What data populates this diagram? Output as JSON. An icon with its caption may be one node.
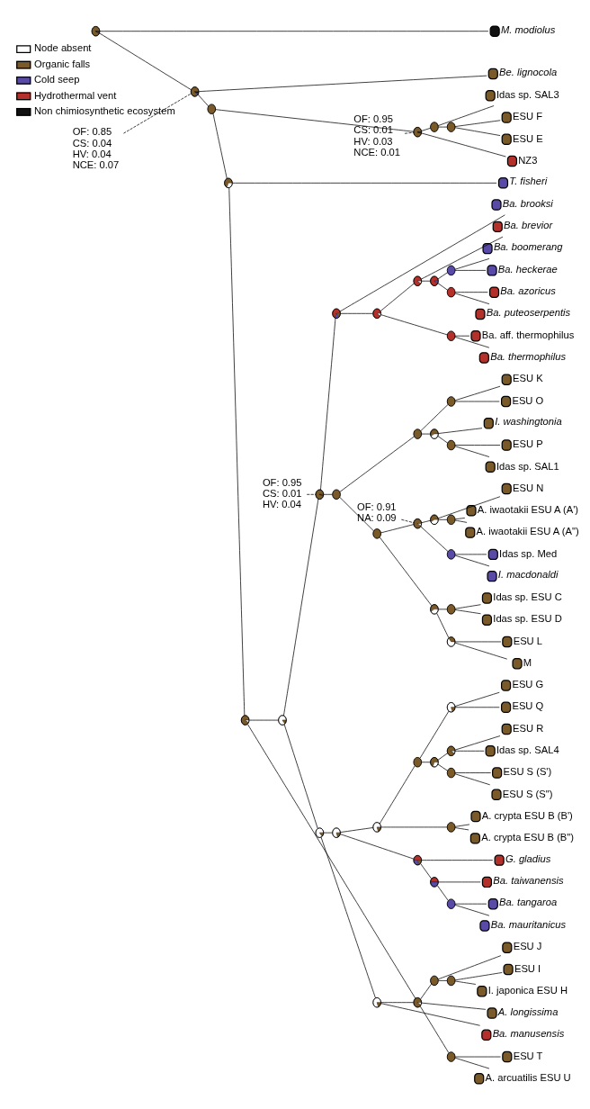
{
  "diagram": {
    "nodes": [
      {
        "text": [
          "M. modiolus"
        ]
      },
      {
        "text": [
          "Be. lignocola"
        ]
      },
      {
        "text": [
          "Idas sp. SAL3"
        ]
      },
      {
        "text": [
          "ESU F"
        ]
      },
      {
        "text": [
          "ESU E"
        ]
      },
      {
        "text": [
          "NZ3"
        ]
      },
      {
        "text": [
          "T. fisheri"
        ]
      },
      {
        "text": [
          "Ba. brooksi"
        ]
      },
      {
        "text": [
          "Ba. brevior"
        ]
      },
      {
        "text": [
          "Ba. boomerang"
        ]
      },
      {
        "text": [
          "Ba. heckerae"
        ]
      },
      {
        "text": [
          "Ba. azoricus"
        ]
      },
      {
        "text": [
          "Ba. puteoserpentis"
        ]
      },
      {
        "text": [
          "Ba. aff. thermophilus"
        ]
      },
      {
        "text": [
          "Ba. thermophilus"
        ]
      },
      {
        "text": [
          "ESU K"
        ]
      },
      {
        "text": [
          "ESU O"
        ]
      },
      {
        "text": [
          "I. washingtonia"
        ]
      },
      {
        "text": [
          "ESU P"
        ]
      },
      {
        "text": [
          "Idas sp. SAL1"
        ]
      },
      {
        "text": [
          "ESU N"
        ]
      },
      {
        "text": [
          "A. iwaotakii ESU A (A')"
        ]
      },
      {
        "text": [
          "A. iwaotakii ESU A (A\")"
        ]
      },
      {
        "text": [
          "Idas sp. Med"
        ]
      },
      {
        "text": [
          "I. macdonaldi"
        ]
      },
      {
        "text": [
          "Idas sp. ESU C"
        ]
      },
      {
        "text": [
          "Idas sp. ESU D"
        ]
      },
      {
        "text": [
          "ESU L"
        ]
      },
      {
        "text": [
          "M"
        ]
      },
      {
        "text": [
          "ESU G"
        ]
      },
      {
        "text": [
          "ESU Q"
        ]
      },
      {
        "text": [
          "ESU R"
        ]
      },
      {
        "text": [
          "Idas sp. SAL4"
        ]
      },
      {
        "text": [
          "ESU S (S')"
        ]
      },
      {
        "text": [
          "ESU S (S\")"
        ]
      },
      {
        "text": [
          "A. crypta ESU B (B')"
        ]
      },
      {
        "text": [
          "A. crypta ESU B (B\")"
        ]
      },
      {
        "text": [
          "G. gladius"
        ]
      },
      {
        "text": [
          "Ba. taiwanensis"
        ]
      },
      {
        "text": [
          "Ba. tangaroa"
        ]
      },
      {
        "text": [
          "Ba. mauritanicus"
        ]
      },
      {
        "text": [
          "ESU J"
        ]
      },
      {
        "text": [
          "ESU I"
        ]
      },
      {
        "text": [
          "I. japonica ESU H"
        ]
      },
      {
        "text": [
          "A. longissima"
        ]
      },
      {
        "text": [
          "Ba. manusensis"
        ]
      },
      {
        "text": [
          "ESU T"
        ]
      },
      {
        "text": [
          "A. arcuatilis ESU U"
        ]
      },
      {
        "text": [],
        "shape": "circle"
      },
      {
        "text": [],
        "shape": "circle"
      },
      {
        "text": [],
        "shape": "circle"
      },
      {
        "text": [],
        "shape": "circle"
      },
      {
        "text": [],
        "shape": "circle"
      },
      {
        "text": [],
        "shape": "circle"
      },
      {
        "text": [],
        "shape": "circle"
      },
      {
        "text": [],
        "shape": "circle"
      },
      {
        "text": [],
        "shape": "circle"
      },
      {
        "text": [],
        "shape": "circle"
      },
      {
        "text": [],
        "shape": "circle"
      },
      {
        "text": [],
        "shape": "circle"
      },
      {
        "text": [],
        "shape": "circle"
      },
      {
        "text": [],
        "shape": "circle"
      },
      {
        "text": [],
        "shape": "circle"
      },
      {
        "text": [],
        "shape": "circle"
      },
      {
        "text": [],
        "shape": "circle"
      },
      {
        "text": [],
        "shape": "circle"
      },
      {
        "text": [],
        "shape": "circle"
      },
      {
        "text": [],
        "shape": "circle"
      },
      {
        "text": [],
        "shape": "circle"
      },
      {
        "text": [],
        "shape": "circle"
      },
      {
        "text": [],
        "shape": "circle"
      },
      {
        "text": [],
        "shape": "circle"
      },
      {
        "text": [],
        "shape": "circle"
      },
      {
        "text": [],
        "shape": "circle"
      },
      {
        "text": [],
        "shape": "circle"
      },
      {
        "text": [],
        "shape": "circle"
      },
      {
        "text": [],
        "shape": "circle"
      },
      {
        "text": [],
        "shape": "circle"
      },
      {
        "text": [],
        "shape": "circle"
      },
      {
        "text": [],
        "shape": "circle"
      },
      {
        "text": [],
        "shape": "circle"
      },
      {
        "text": [],
        "shape": "circle"
      },
      {
        "text": [],
        "shape": "circle"
      },
      {
        "text": [],
        "shape": "circle"
      },
      {
        "text": [],
        "shape": "circle"
      },
      {
        "text": [],
        "shape": "circle"
      },
      {
        "text": [],
        "shape": "circle"
      },
      {
        "text": [],
        "shape": "circle"
      },
      {
        "text": [],
        "shape": "circle"
      },
      {
        "text": [],
        "shape": "circle"
      },
      {
        "text": [],
        "shape": "circle"
      },
      {
        "text": [],
        "shape": "circle"
      },
      {
        "text": [],
        "shape": "circle"
      },
      {
        "text": [],
        "shape": "circle"
      },
      {
        "text": [],
        "shape": "circle"
      },
      {
        "text": [
          "OF: 0.95",
          "CS: 0.01",
          "HV: 0.03",
          "NCE: 0.01"
        ]
      },
      {
        "text": [
          "OF: 0.95",
          "CS: 0.01",
          "HV: 0.04"
        ]
      },
      {
        "text": [
          "OF: 0.91",
          "NA: 0.09"
        ]
      },
      {
        "text": [
          "OF: 0.85",
          "CS: 0.04",
          "HV: 0.04",
          "NCE: 0.07"
        ]
      }
    ],
    "edges": [
      {
        "from": 48,
        "to": 0,
        "arrow": "none"
      },
      {
        "from": 48,
        "to": 49,
        "arrow": "none"
      },
      {
        "from": 49,
        "to": 1,
        "arrow": "none"
      },
      {
        "from": 49,
        "to": 50,
        "arrow": "none"
      },
      {
        "from": 50,
        "to": 51,
        "arrow": "none"
      },
      {
        "from": 50,
        "to": 54,
        "arrow": "none"
      },
      {
        "from": 51,
        "to": 52,
        "arrow": "none"
      },
      {
        "from": 51,
        "to": 5,
        "arrow": "none"
      },
      {
        "from": 52,
        "to": 2,
        "arrow": "none"
      },
      {
        "from": 52,
        "to": 53,
        "arrow": "none"
      },
      {
        "from": 53,
        "to": 3,
        "arrow": "none"
      },
      {
        "from": 53,
        "to": 4,
        "arrow": "none"
      },
      {
        "from": 54,
        "to": 6,
        "arrow": "none"
      },
      {
        "from": 54,
        "to": 55,
        "arrow": "none"
      },
      {
        "from": 55,
        "to": 56,
        "arrow": "none"
      },
      {
        "from": 55,
        "to": 94,
        "arrow": "none"
      },
      {
        "from": 56,
        "to": 57,
        "arrow": "none"
      },
      {
        "from": 56,
        "to": 78,
        "arrow": "none"
      },
      {
        "from": 57,
        "to": 58,
        "arrow": "none"
      },
      {
        "from": 57,
        "to": 65,
        "arrow": "none"
      },
      {
        "from": 58,
        "to": 7,
        "arrow": "none"
      },
      {
        "from": 58,
        "to": 59,
        "arrow": "none"
      },
      {
        "from": 59,
        "to": 60,
        "arrow": "none"
      },
      {
        "from": 59,
        "to": 64,
        "arrow": "none"
      },
      {
        "from": 60,
        "to": 8,
        "arrow": "none"
      },
      {
        "from": 60,
        "to": 61,
        "arrow": "none"
      },
      {
        "from": 61,
        "to": 62,
        "arrow": "none"
      },
      {
        "from": 61,
        "to": 63,
        "arrow": "none"
      },
      {
        "from": 62,
        "to": 9,
        "arrow": "none"
      },
      {
        "from": 62,
        "to": 10,
        "arrow": "none"
      },
      {
        "from": 63,
        "to": 11,
        "arrow": "none"
      },
      {
        "from": 63,
        "to": 12,
        "arrow": "none"
      },
      {
        "from": 64,
        "to": 13,
        "arrow": "none"
      },
      {
        "from": 64,
        "to": 14,
        "arrow": "none"
      },
      {
        "from": 65,
        "to": 66,
        "arrow": "none"
      },
      {
        "from": 65,
        "to": 70,
        "arrow": "none"
      },
      {
        "from": 66,
        "to": 67,
        "arrow": "none"
      },
      {
        "from": 66,
        "to": 68,
        "arrow": "none"
      },
      {
        "from": 67,
        "to": 15,
        "arrow": "none"
      },
      {
        "from": 67,
        "to": 16,
        "arrow": "none"
      },
      {
        "from": 68,
        "to": 17,
        "arrow": "none"
      },
      {
        "from": 68,
        "to": 69,
        "arrow": "none"
      },
      {
        "from": 69,
        "to": 18,
        "arrow": "none"
      },
      {
        "from": 69,
        "to": 19,
        "arrow": "none"
      },
      {
        "from": 70,
        "to": 71,
        "arrow": "none"
      },
      {
        "from": 70,
        "to": 75,
        "arrow": "none"
      },
      {
        "from": 71,
        "to": 72,
        "arrow": "none"
      },
      {
        "from": 71,
        "to": 74,
        "arrow": "none"
      },
      {
        "from": 72,
        "to": 20,
        "arrow": "none"
      },
      {
        "from": 72,
        "to": 73,
        "arrow": "none"
      },
      {
        "from": 73,
        "to": 21,
        "arrow": "none"
      },
      {
        "from": 73,
        "to": 22,
        "arrow": "none"
      },
      {
        "from": 74,
        "to": 23,
        "arrow": "none"
      },
      {
        "from": 74,
        "to": 24,
        "arrow": "none"
      },
      {
        "from": 75,
        "to": 76,
        "arrow": "none"
      },
      {
        "from": 75,
        "to": 77,
        "arrow": "none"
      },
      {
        "from": 76,
        "to": 25,
        "arrow": "none"
      },
      {
        "from": 76,
        "to": 26,
        "arrow": "none"
      },
      {
        "from": 77,
        "to": 27,
        "arrow": "none"
      },
      {
        "from": 77,
        "to": 28,
        "arrow": "none"
      },
      {
        "from": 78,
        "to": 79,
        "arrow": "none"
      },
      {
        "from": 78,
        "to": 90,
        "arrow": "none"
      },
      {
        "from": 79,
        "to": 80,
        "arrow": "none"
      },
      {
        "from": 79,
        "to": 87,
        "arrow": "none"
      },
      {
        "from": 80,
        "to": 81,
        "arrow": "none"
      },
      {
        "from": 80,
        "to": 86,
        "arrow": "none"
      },
      {
        "from": 81,
        "to": 82,
        "arrow": "none"
      },
      {
        "from": 81,
        "to": 83,
        "arrow": "none"
      },
      {
        "from": 82,
        "to": 29,
        "arrow": "none"
      },
      {
        "from": 82,
        "to": 30,
        "arrow": "none"
      },
      {
        "from": 83,
        "to": 84,
        "arrow": "none"
      },
      {
        "from": 83,
        "to": 85,
        "arrow": "none"
      },
      {
        "from": 84,
        "to": 31,
        "arrow": "none"
      },
      {
        "from": 84,
        "to": 32,
        "arrow": "none"
      },
      {
        "from": 85,
        "to": 33,
        "arrow": "none"
      },
      {
        "from": 85,
        "to": 34,
        "arrow": "none"
      },
      {
        "from": 86,
        "to": 35,
        "arrow": "none"
      },
      {
        "from": 86,
        "to": 36,
        "arrow": "none"
      },
      {
        "from": 87,
        "to": 37,
        "arrow": "none"
      },
      {
        "from": 87,
        "to": 88,
        "arrow": "none"
      },
      {
        "from": 88,
        "to": 38,
        "arrow": "none"
      },
      {
        "from": 88,
        "to": 89,
        "arrow": "none"
      },
      {
        "from": 89,
        "to": 39,
        "arrow": "none"
      },
      {
        "from": 89,
        "to": 40,
        "arrow": "none"
      },
      {
        "from": 90,
        "to": 91,
        "arrow": "none"
      },
      {
        "from": 90,
        "to": 45,
        "arrow": "none"
      },
      {
        "from": 91,
        "to": 92,
        "arrow": "none"
      },
      {
        "from": 91,
        "to": 44,
        "arrow": "none"
      },
      {
        "from": 92,
        "to": 41,
        "arrow": "none"
      },
      {
        "from": 92,
        "to": 93,
        "arrow": "none"
      },
      {
        "from": 93,
        "to": 42,
        "arrow": "none"
      },
      {
        "from": 93,
        "to": 43,
        "arrow": "none"
      },
      {
        "from": 94,
        "to": 46,
        "arrow": "none"
      },
      {
        "from": 94,
        "to": 47,
        "arrow": "none"
      },
      {
        "from": 95,
        "to": 51,
        "arrow": "none",
        "style": "dashed"
      },
      {
        "from": 96,
        "to": 57,
        "arrow": "none",
        "style": "dashed"
      },
      {
        "from": 97,
        "to": 71,
        "arrow": "none",
        "style": "dashed"
      },
      {
        "from": 98,
        "to": 49,
        "arrow": "none",
        "style": "dashed"
      }
    ],
    "legend": [
      {
        "text": "Node absent",
        "color": "#ffffff"
      },
      {
        "text": "Organic falls",
        "color": "#7b5a2a"
      },
      {
        "text": "Cold seep",
        "color": "#5a4aa8"
      },
      {
        "text": "Hydrothermal vent",
        "color": "#b4302a"
      },
      {
        "text": "Non chimiosynthetic ecosystem",
        "color": "#111111"
      }
    ]
  }
}
